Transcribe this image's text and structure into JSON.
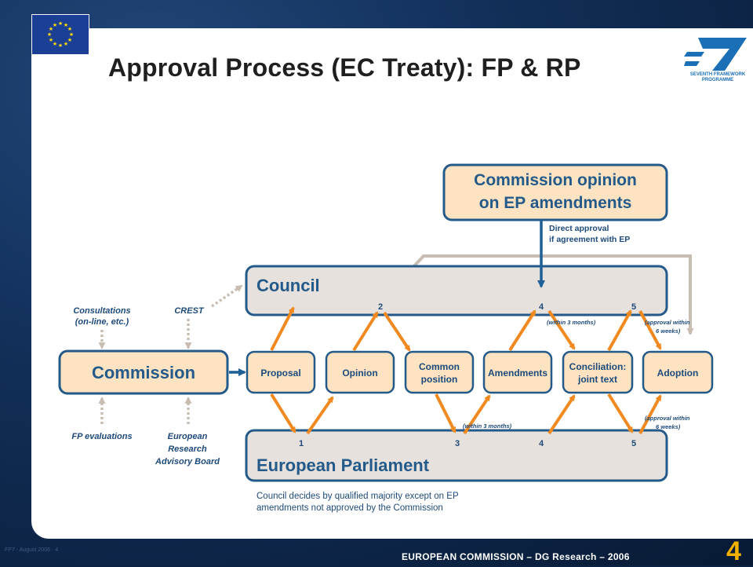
{
  "slide": {
    "title": "Approval Process (EC Treaty): FP & RP",
    "footer": "EUROPEAN COMMISSION – DG Research – 2006",
    "footer_left": "FP7 - August 2006 · 4",
    "page_number": "4",
    "logo_text": [
      "SEVENTH FRAMEWORK",
      "PROGRAMME"
    ]
  },
  "diagram": {
    "opinion_box": [
      "Commission opinion",
      "on EP amendments"
    ],
    "direct_approval": [
      "Direct approval",
      "if agreement with EP"
    ],
    "council": "Council",
    "parliament": "European Parliament",
    "commission": "Commission",
    "inputs_top": [
      [
        "Consultations",
        "(on-line, etc.)"
      ],
      [
        "CREST"
      ]
    ],
    "inputs_bottom": [
      [
        "FP evaluations"
      ],
      [
        "European",
        "Research",
        "Advisory Board"
      ]
    ],
    "stages": [
      [
        "Proposal"
      ],
      [
        "Opinion"
      ],
      [
        "Common",
        "position"
      ],
      [
        "Amendments"
      ],
      [
        "Conciliation:",
        "joint text"
      ],
      [
        "Adoption"
      ]
    ],
    "council_steps": [
      "2",
      "4",
      "5"
    ],
    "parliament_steps": [
      "1",
      "3",
      "4",
      "5"
    ],
    "notes": {
      "council_within": "(within 3 months)",
      "council_approval": [
        "(approval within",
        "6 weeks)"
      ],
      "ep_within": "(within 3 months)",
      "ep_approval": [
        "(approval within",
        "6 weeks)"
      ]
    },
    "footnote": [
      "Council decides by qualified majority except on EP",
      "amendments not approved by the Commission"
    ]
  },
  "colors": {
    "box_fill": "#fde3c2",
    "box_border": "#235a8a",
    "band_fill": "#e6e1dc",
    "orange": "#f08a20",
    "blue_arrow": "#1e5f96",
    "gray_arrow": "#c7bdb2",
    "text_dark": "#1d4a7a",
    "page_number": "#f2b100"
  }
}
